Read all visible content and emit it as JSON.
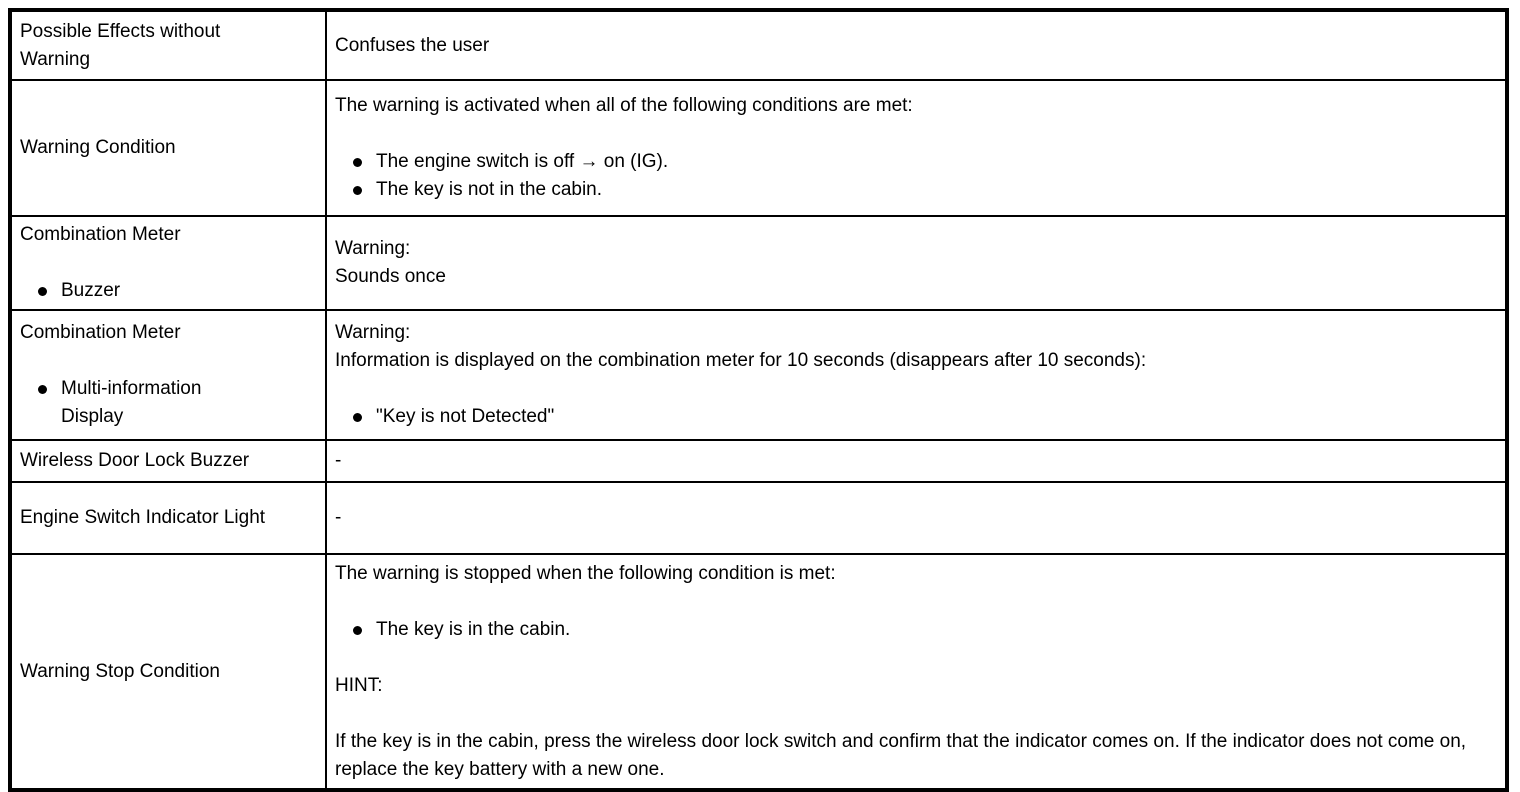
{
  "document": {
    "kind": "vehicle warning specification table",
    "colors": {
      "text": "#000000",
      "border": "#000000",
      "background": "#ffffff"
    },
    "table": {
      "rows": [
        {
          "label": [
            {
              "type": "text",
              "lines": [
                "Possible Effects without Warning"
              ]
            }
          ],
          "content": [
            {
              "type": "text",
              "lines": [
                "Confuses the user"
              ]
            }
          ]
        },
        {
          "label": [
            {
              "type": "text",
              "lines": [
                "Warning Condition"
              ]
            }
          ],
          "content": [
            {
              "type": "text",
              "lines": [
                "The warning is activated when all of the following conditions are met:"
              ]
            },
            {
              "type": "bullets",
              "items": [
                "The engine switch is off → on (IG).",
                "The key is not in the cabin."
              ]
            }
          ]
        },
        {
          "label": [
            {
              "type": "text",
              "lines": [
                "Combination Meter"
              ]
            },
            {
              "type": "bullets",
              "items": [
                "Buzzer"
              ]
            }
          ],
          "content": [
            {
              "type": "text",
              "lines": [
                "Warning:",
                "Sounds once"
              ]
            }
          ]
        },
        {
          "label": [
            {
              "type": "text",
              "lines": [
                "Combination Meter"
              ]
            },
            {
              "type": "bullets",
              "items": [
                "Multi-information Display"
              ]
            }
          ],
          "content": [
            {
              "type": "text",
              "lines": [
                "Warning:",
                "Information is displayed on the combination meter for 10 seconds (disappears after 10 seconds):"
              ]
            },
            {
              "type": "bullets",
              "items": [
                "\"Key is not Detected\""
              ]
            }
          ]
        },
        {
          "label": [
            {
              "type": "text",
              "lines": [
                "Wireless Door Lock Buzzer"
              ]
            }
          ],
          "content": [
            {
              "type": "text",
              "lines": [
                "-"
              ]
            }
          ]
        },
        {
          "label": [
            {
              "type": "text",
              "lines": [
                "Engine Switch Indicator Light"
              ]
            }
          ],
          "content": [
            {
              "type": "text",
              "lines": [
                "-"
              ]
            }
          ]
        },
        {
          "label": [
            {
              "type": "text",
              "lines": [
                "Warning Stop Condition"
              ]
            }
          ],
          "content": [
            {
              "type": "text",
              "lines": [
                "The warning is stopped when the following condition is met:"
              ]
            },
            {
              "type": "bullets",
              "items": [
                "The key is in the cabin."
              ]
            },
            {
              "type": "text",
              "lines": [
                "HINT:"
              ]
            },
            {
              "type": "text",
              "lines": [
                "If the key is in the cabin, press the wireless door lock switch and confirm that the indicator comes on. If the indicator does not come on, replace the key battery with a new one."
              ]
            }
          ]
        }
      ]
    }
  }
}
